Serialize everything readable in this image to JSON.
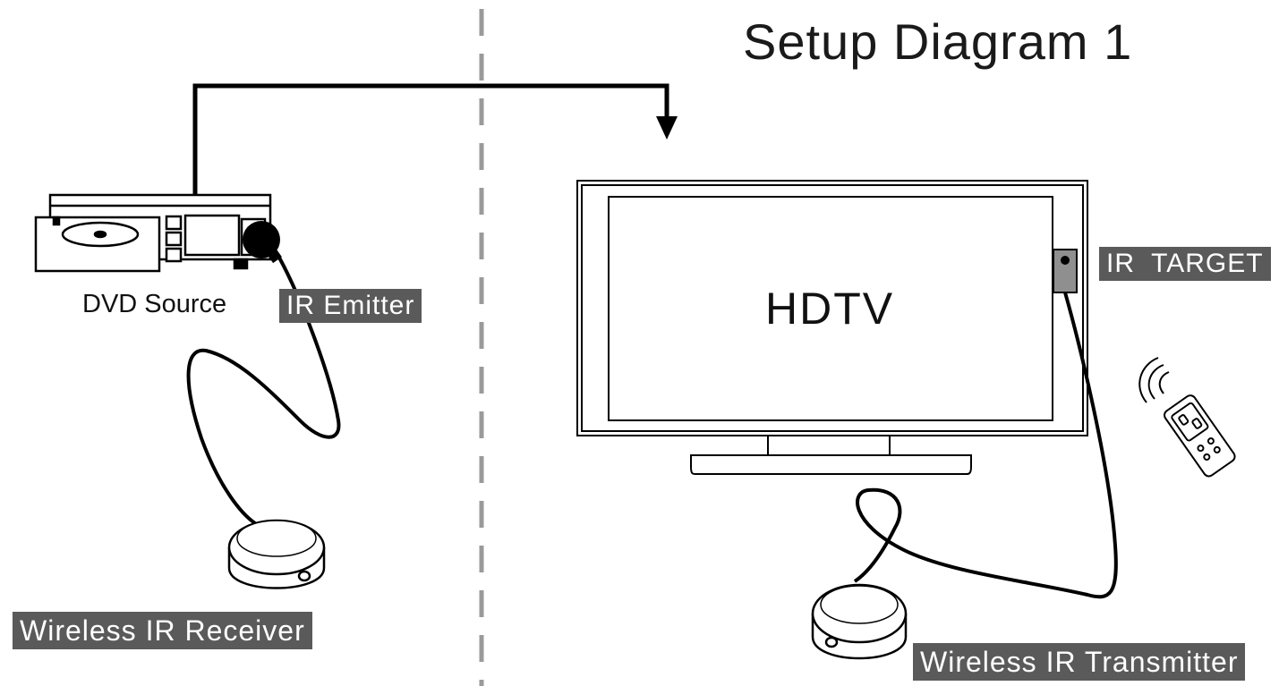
{
  "title": "Setup Diagram 1",
  "labels": {
    "dvd_source": "DVD Source",
    "ir_emitter": "IR Emitter",
    "hdtv": "HDTV",
    "ir_target": "IR  TARGET",
    "wireless_ir_receiver": "Wireless IR Receiver",
    "wireless_ir_transmitter": "Wireless IR Transmitter"
  },
  "colors": {
    "tag_background": "#5a5a5a",
    "divider": "#9a9a9a",
    "line": "#000000"
  }
}
